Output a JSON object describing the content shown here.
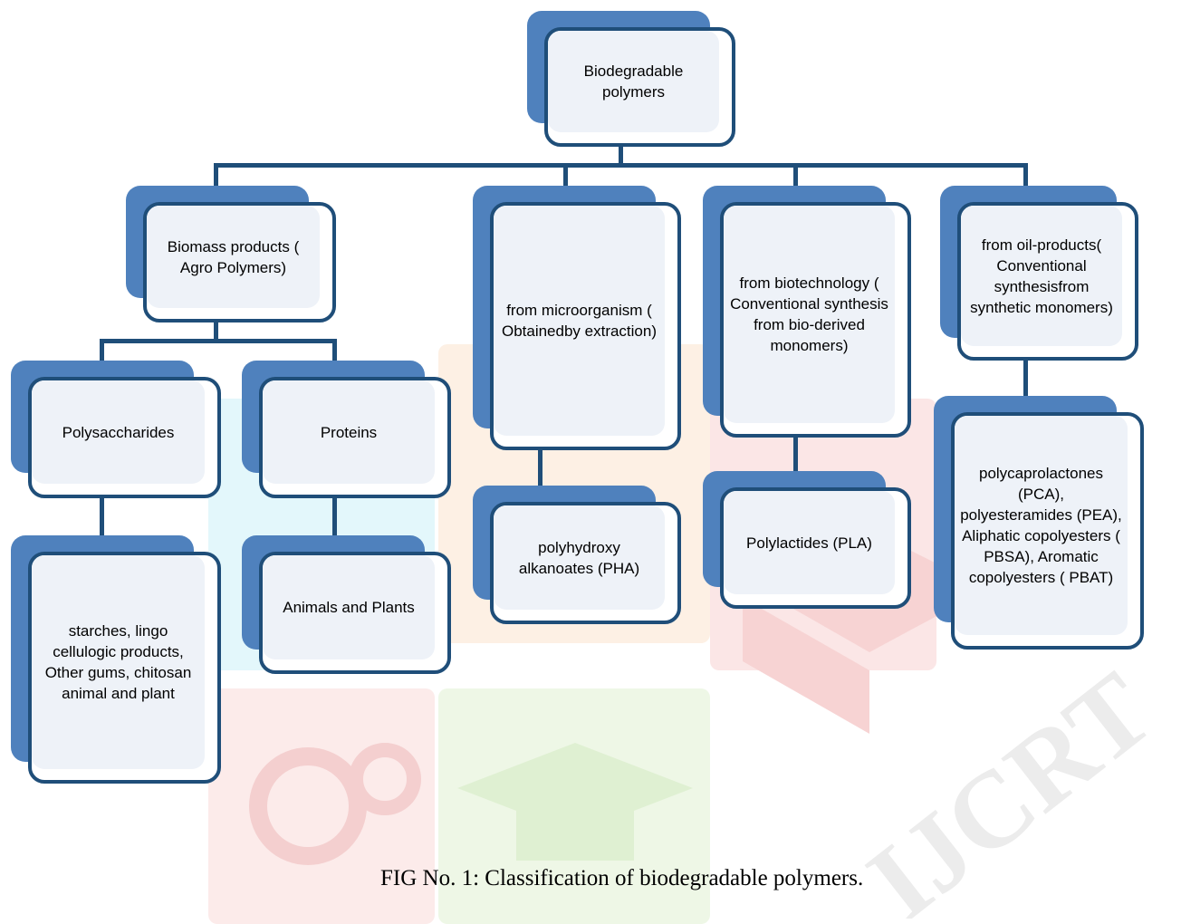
{
  "diagram": {
    "root": "Biodegradable polymers",
    "categories": [
      "Biomass products ( Agro Polymers)",
      "from microorganism ( Obtainedby extraction)",
      "from biotechnology ( Conventional synthesis from bio-derived monomers)",
      "from oil-products( Conventional synthesisfrom synthetic monomers)"
    ],
    "biomass_subtypes": [
      "Polysaccharides",
      "Proteins"
    ],
    "leaves": {
      "polysaccharides": "starches, lingo cellulogic products, Other gums, chitosan animal and plant",
      "proteins": "Animals and Plants",
      "microorganism": "polyhydroxy alkanoates (PHA)",
      "biotechnology": "Polylactides (PLA)",
      "oil_products": "polycaprolactones (PCA), polyesteramides (PEA), Aliphatic copolyesters ( PBSA), Aromatic copolyesters ( PBAT)"
    }
  },
  "caption": "FIG No. 1:  Classification of biodegradable polymers.",
  "watermark": "IJCRT",
  "colors": {
    "box_back": "#4f81bd",
    "box_border": "#1f4e79",
    "box_fill": "#eef2f8",
    "connector": "#1f4e79"
  }
}
